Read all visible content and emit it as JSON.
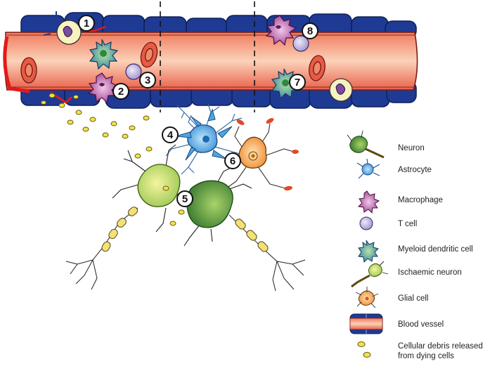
{
  "badges": [
    "1",
    "2",
    "3",
    "4",
    "5",
    "6",
    "7",
    "8"
  ],
  "legend": {
    "items": [
      {
        "label": "Neuron",
        "icon": "neuron-icon"
      },
      {
        "label": "Astrocyte",
        "icon": "astrocyte-icon"
      },
      {
        "label": "Macrophage",
        "icon": "macrophage-icon"
      },
      {
        "label": "T cell",
        "icon": "t-cell-icon"
      },
      {
        "label": "Myeloid dendritic cell",
        "icon": "myeloid-dendritic-cell-icon"
      },
      {
        "label": "Ischaemic neuron",
        "icon": "ischaemic-neuron-icon"
      },
      {
        "label": "Glial cell",
        "icon": "glial-cell-icon"
      },
      {
        "label": "Blood vessel",
        "icon": "blood-vessel-icon"
      },
      {
        "label": "Cellular debris released",
        "label2": "from dying cells",
        "icon": "debris-icon"
      }
    ]
  },
  "colors": {
    "vessel_red": "#e8574a",
    "vessel_peach": "#f8c4a8",
    "endothelium_blue": "#1f3a93",
    "astrocyte_blue": "#4aa8e0",
    "neuron_green": "#2f7d2a",
    "ischaemic_yellow": "#d7e65a",
    "glial_orange": "#f49a3a",
    "macrophage_purple": "#b24a9a",
    "tcell_lavender": "#b7a9d6",
    "debris_yellow": "#f1e34a"
  }
}
